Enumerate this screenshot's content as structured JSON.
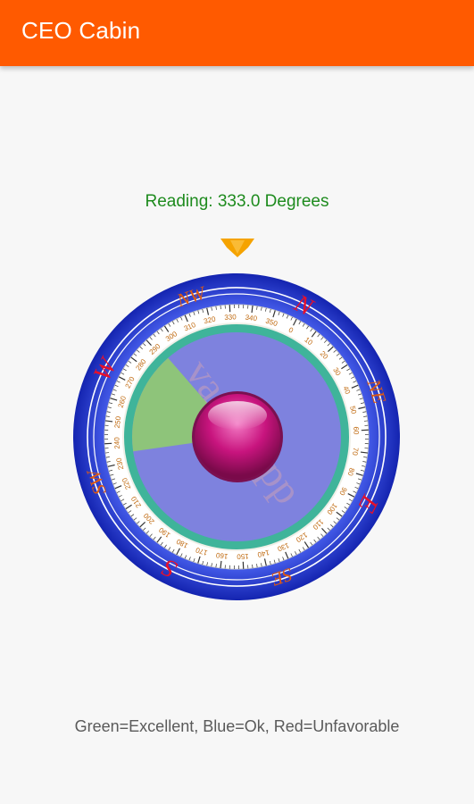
{
  "app_bar": {
    "title": "CEO Cabin",
    "color": "#ff5a00"
  },
  "reading": {
    "label": "Reading: 333.0 Degrees",
    "value_degrees": 333.0
  },
  "compass": {
    "cardinals": [
      "N",
      "NE",
      "E",
      "SE",
      "S",
      "SW",
      "W",
      "NW"
    ],
    "degree_labels": [
      "0",
      "10",
      "20",
      "30",
      "40",
      "50",
      "60",
      "70",
      "80",
      "90",
      "100",
      "110",
      "120",
      "130",
      "140",
      "150",
      "160",
      "170",
      "180",
      "190",
      "200",
      "210",
      "220",
      "230",
      "240",
      "250",
      "260",
      "270",
      "280",
      "290",
      "300",
      "310",
      "320",
      "330",
      "340",
      "350"
    ],
    "watermark": "vaarsnapp",
    "indicator_icon": "down-arrow-icon",
    "center_icon": "pink-knob-icon",
    "favorable_sector": {
      "color": "Green",
      "start_degrees": 235,
      "end_degrees": 292
    },
    "colors": {
      "outer_ring": "#1f2fc8",
      "scale_ring": "#ffffff",
      "teal_ring": "#3fb49a",
      "dial_face": "#7e82de",
      "sector": "#8ec47a",
      "cardinal": "#e8102a",
      "intercardinal": "#e05a10",
      "degree_text": "#c06a10",
      "knob": "#c2127a",
      "indicator": "#f5a300"
    }
  },
  "legend": {
    "text": "Green=Excellent, Blue=Ok, Red=Unfavorable"
  }
}
